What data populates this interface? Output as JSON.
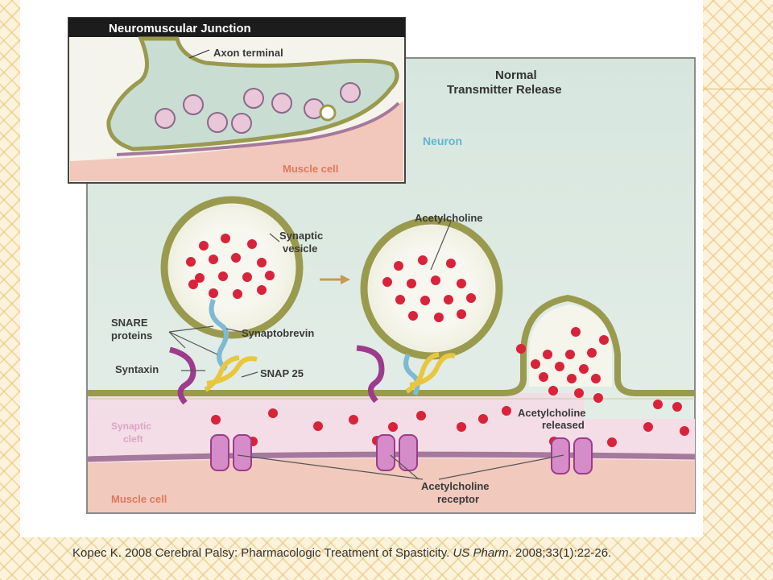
{
  "diagram": {
    "inset_title": "Neuromuscular Junction",
    "inset_axon": "Axon terminal",
    "inset_muscle": "Muscle cell",
    "main_title_line1": "Normal",
    "main_title_line2": "Transmitter Release",
    "neuron": "Neuron",
    "acetylcholine": "Acetylcholine",
    "synaptic_vesicle_line1": "Synaptic",
    "synaptic_vesicle_line2": "vesicle",
    "snare_line1": "SNARE",
    "snare_line2": "proteins",
    "synaptobrevin": "Synaptobrevin",
    "syntaxin": "Syntaxin",
    "snap25": "SNAP 25",
    "synaptic_cleft_line1": "Synaptic",
    "synaptic_cleft_line2": "cleft",
    "ach_released_line1": "Acetylcholine",
    "ach_released_line2": "released",
    "muscle_cell": "Muscle cell",
    "ach_receptor_line1": "Acetylcholine",
    "ach_receptor_line2": "receptor"
  },
  "citation": {
    "author": "Kopec K. 2008 ",
    "title": "Cerebral Palsy: Pharmacologic Treatment of Spasticity.",
    "journal": "US Pharm",
    "rest": ". 2008;33(1):22-26."
  },
  "colors": {
    "vesicle_ring": "#9a9a4e",
    "dot": "#d8233b",
    "neuron_bg": "#dbe9e1",
    "cleft": "#f4dce6",
    "muscle": "#f3cdc2",
    "receptor": "#d58cc8"
  }
}
